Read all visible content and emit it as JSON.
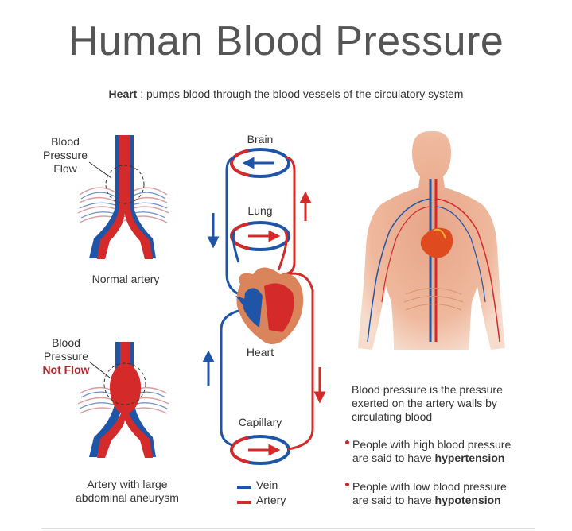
{
  "title": "Human Blood Pressure",
  "subtitle": {
    "bold": "Heart",
    "rest": " : pumps blood through the blood vessels of the circulatory system"
  },
  "normal": {
    "label_line1": "Blood",
    "label_line2": "Pressure",
    "label_line3": "Flow",
    "caption": "Normal artery"
  },
  "aneurysm": {
    "label_line1": "Blood",
    "label_line2": "Pressure",
    "label_line3": "Not Flow",
    "caption_line1": "Artery with large",
    "caption_line2": "abdominal aneurysm"
  },
  "circuit": {
    "brain": "Brain",
    "lung": "Lung",
    "heart": "Heart",
    "capillary": "Capillary"
  },
  "legend": {
    "vein": "Vein",
    "artery": "Artery",
    "vein_color": "#1f55a6",
    "artery_color": "#d42a2a"
  },
  "description": {
    "line1": "Blood pressure is the pressure",
    "line2": "exerted on the artery walls by",
    "line3": "circulating blood"
  },
  "bullets": [
    {
      "line1": "People with high blood pressure",
      "line2_pre": "are said to have ",
      "line2_bold": "hypertension"
    },
    {
      "line1": "People with low blood pressure",
      "line2_pre": "are said to have ",
      "line2_bold": "hypotension"
    }
  ]
}
